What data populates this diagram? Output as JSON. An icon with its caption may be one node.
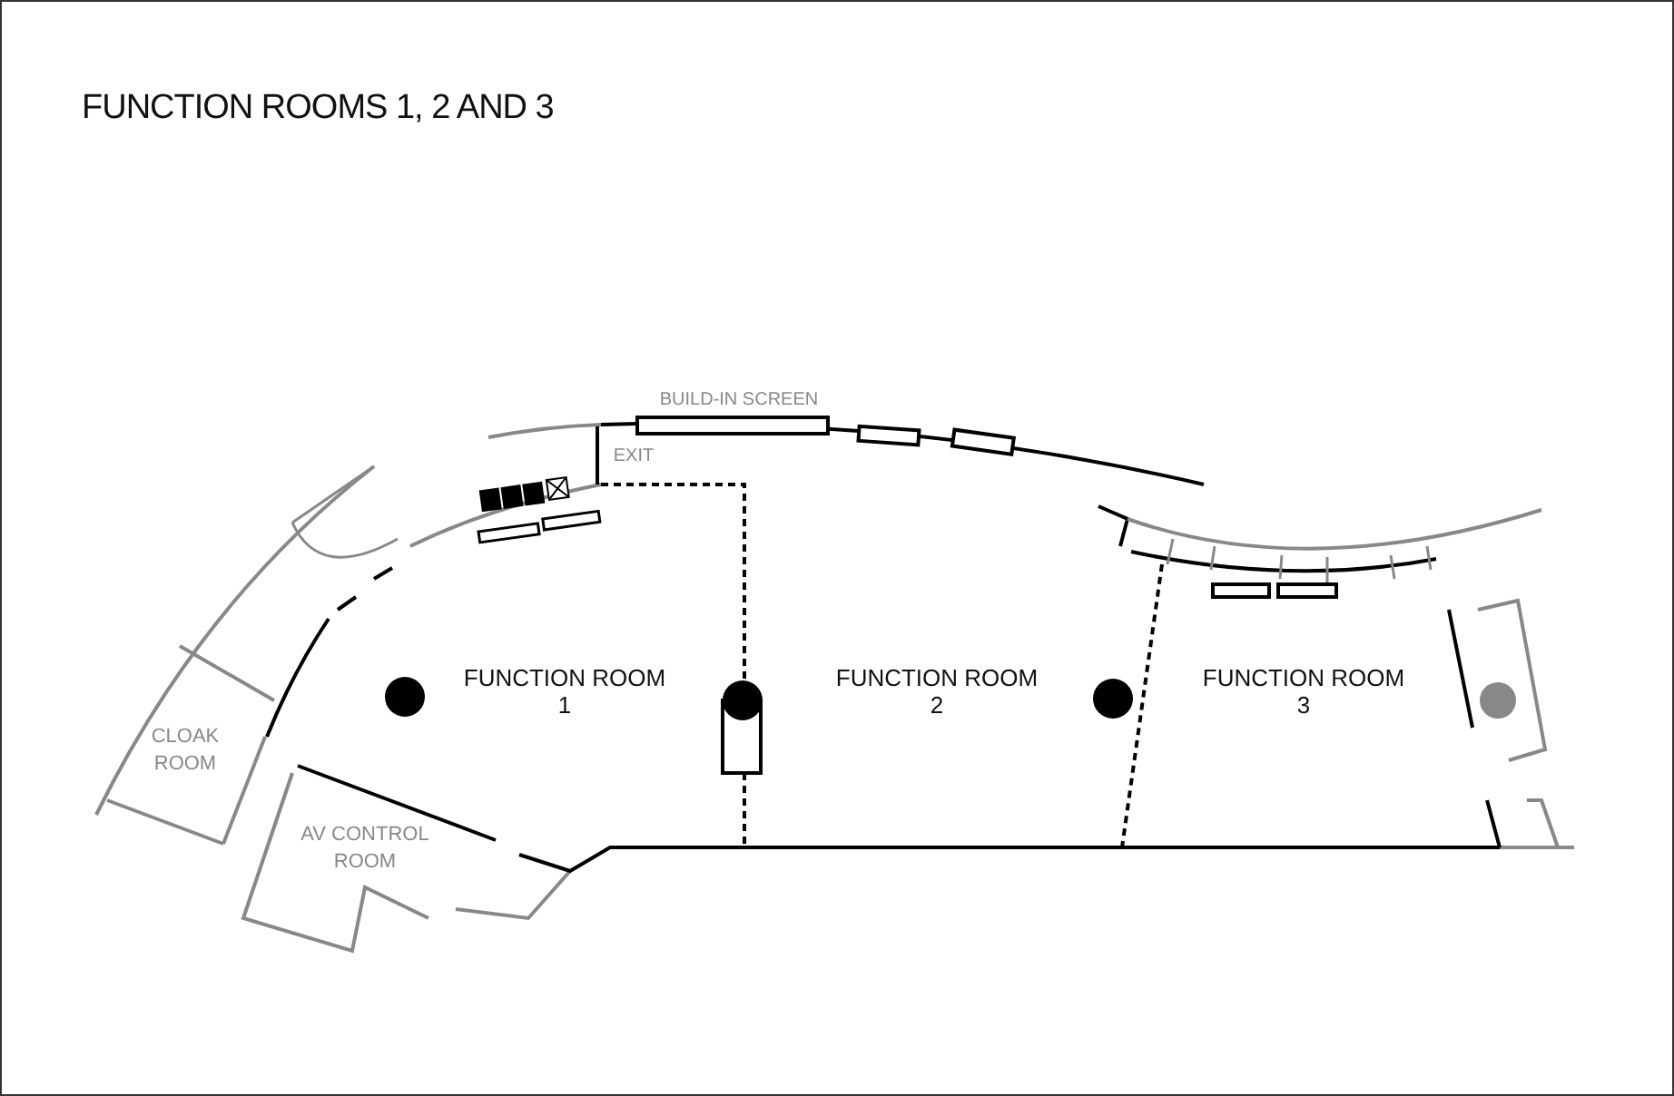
{
  "diagram": {
    "title": "FUNCTION ROOMS 1, 2 AND 3",
    "labels": [
      "BUILD-IN SCREEN",
      "EXIT",
      "FUNCTION ROOM 1",
      "FUNCTION ROOM 2",
      "FUNCTION ROOM 3",
      "CLOAK ROOM",
      "AV CONTROL ROOM"
    ]
  }
}
